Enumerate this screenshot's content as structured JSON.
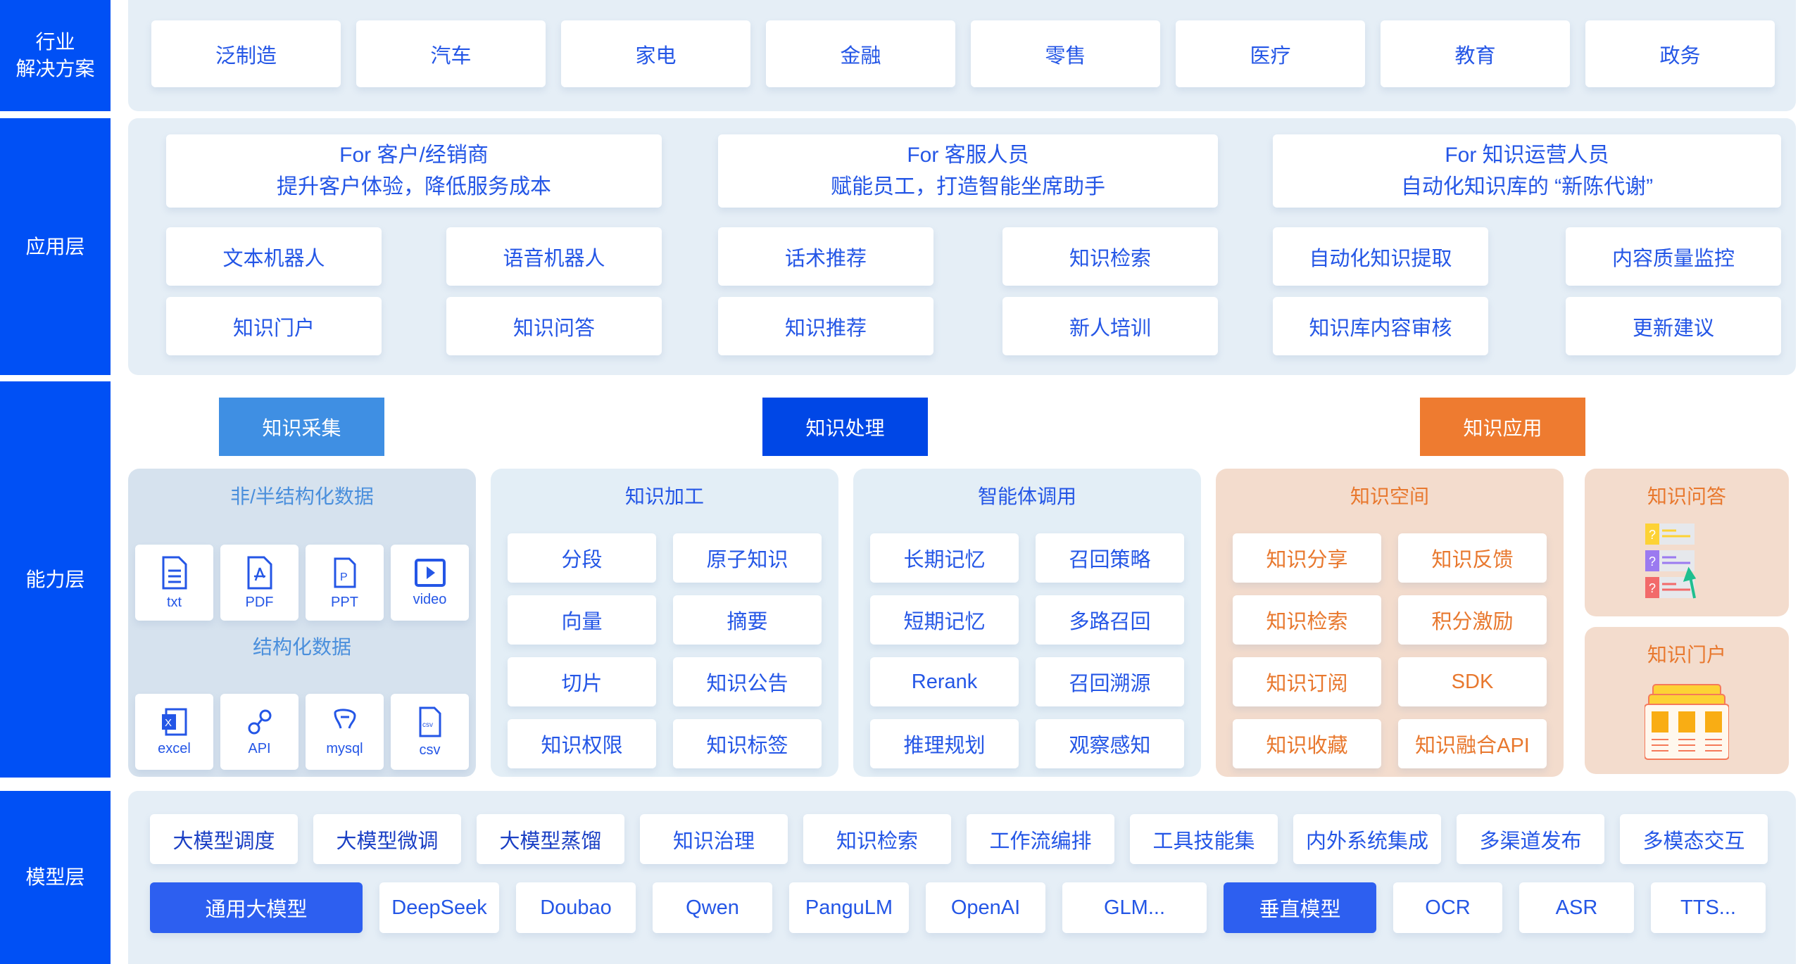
{
  "sidebar": {
    "industry": "行业\n解决方案",
    "application": "应用层",
    "capability": "能力层",
    "model": "模型层"
  },
  "industries": [
    "泛制造",
    "汽车",
    "家电",
    "金融",
    "零售",
    "医疗",
    "教育",
    "政务"
  ],
  "application": {
    "groups": [
      {
        "title": "For 客户/经销商",
        "subtitle": "提升客户体验，降低服务成本",
        "items": [
          "文本机器人",
          "语音机器人",
          "知识门户",
          "知识问答"
        ]
      },
      {
        "title": "For 客服人员",
        "subtitle": "赋能员工，打造智能坐席助手",
        "items": [
          "话术推荐",
          "知识检索",
          "知识推荐",
          "新人培训"
        ]
      },
      {
        "title": "For 知识运营人员",
        "subtitle": "自动化知识库的 “新陈代谢”",
        "items": [
          "自动化知识提取",
          "内容质量监控",
          "知识库内容审核",
          "更新建议"
        ]
      }
    ]
  },
  "capability": {
    "tags": {
      "collect": "知识采集",
      "process": "知识处理",
      "apply": "知识应用"
    },
    "colors": {
      "collect": "#3f8fe3",
      "process": "#0047e6",
      "apply": "#ee7b30"
    },
    "data_sources": {
      "unstructured_title": "非/半结构化数据",
      "unstructured": [
        "txt",
        "PDF",
        "PPT",
        "video"
      ],
      "structured_title": "结构化数据",
      "structured": [
        "excel",
        "API",
        "mysql",
        "csv"
      ]
    },
    "processing": {
      "title": "知识加工",
      "items": [
        "分段",
        "原子知识",
        "向量",
        "摘要",
        "切片",
        "知识公告",
        "知识权限",
        "知识标签"
      ]
    },
    "agent": {
      "title": "智能体调用",
      "items": [
        "长期记忆",
        "召回策略",
        "短期记忆",
        "多路召回",
        "Rerank",
        "召回溯源",
        "推理规划",
        "观察感知"
      ]
    },
    "space": {
      "title": "知识空间",
      "items": [
        "知识分享",
        "知识反馈",
        "知识检索",
        "积分激励",
        "知识订阅",
        "SDK",
        "知识收藏",
        "知识融合API"
      ]
    },
    "qa": {
      "title": "知识问答"
    },
    "portal": {
      "title": "知识门户"
    }
  },
  "model": {
    "capabilities": [
      "大模型调度",
      "大模型微调",
      "大模型蒸馏",
      "知识治理",
      "知识检索",
      "工作流编排",
      "工具技能集",
      "内外系统集成",
      "多渠道发布",
      "多模态交互"
    ],
    "general_label": "通用大模型",
    "general": [
      "DeepSeek",
      "Doubao",
      "Qwen",
      "PanguLM",
      "OpenAI",
      "GLM..."
    ],
    "vertical_label": "垂直模型",
    "vertical": [
      "OCR",
      "ASR",
      "TTS..."
    ]
  }
}
